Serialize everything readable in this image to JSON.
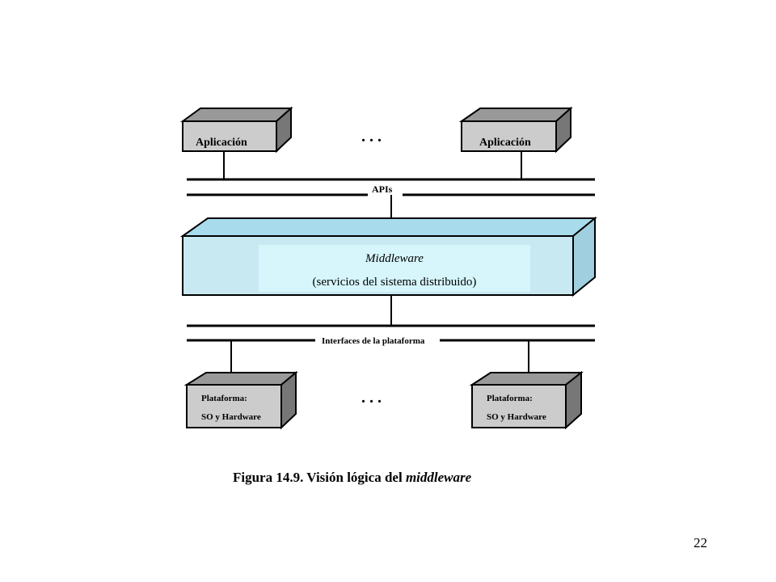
{
  "diagram": {
    "top_left_box": "Aplicación",
    "top_right_box": "Aplicación",
    "top_ellipsis": ". . .",
    "api_label": "APIs",
    "middleware_title": "Middleware",
    "middleware_subtitle": "(servicios del sistema distribuido)",
    "platform_interfaces_label": "Interfaces de la plataforma",
    "bottom_ellipsis": ". . .",
    "bottom_left_box": {
      "line1": "Plataforma:",
      "line2": "SO y Hardware"
    },
    "bottom_right_box": {
      "line1": "Plataforma:",
      "line2": "SO y Hardware"
    }
  },
  "caption": {
    "prefix": "Figura 14.9. Visión lógica del ",
    "emphasis": "middleware"
  },
  "page_number": "22",
  "colors": {
    "box_front": "#cccccc",
    "box_top": "#999999",
    "box_side": "#777777",
    "middleware_front": "#c8e8f2",
    "middleware_inner": "#d6f6fc",
    "middleware_top": "#a8dcec",
    "middleware_side": "#a0d0e0",
    "line": "#000000"
  }
}
